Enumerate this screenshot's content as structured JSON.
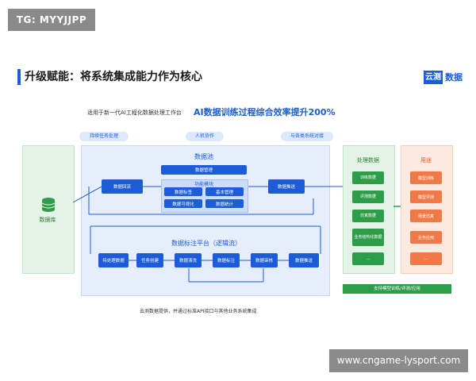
{
  "overlay": {
    "tg_badge": "TG: MYYJJPP",
    "site_badge": "www.cngame-lysport.com"
  },
  "slide": {
    "title": "升级赋能：将系统集成能力作为核心",
    "logo_box": "云测",
    "logo_text": "数据",
    "subtitle_small": "适用于新一代AI工程化数据处理工作台",
    "subtitle_big": "AI数据训练过程综合效率提升200%",
    "pills": [
      "持续任务处理",
      "人机协作",
      "与各类系统对接"
    ],
    "database_label": "数据库",
    "data_pool": {
      "title": "数据池",
      "manage": "数据管理",
      "left_box": "数据回流",
      "right_box": "数据推送",
      "func_title": "功能模块",
      "func_items": [
        "数据标签",
        "基本管理",
        "数据可视化",
        "数据统计"
      ]
    },
    "annotation_platform": {
      "title": "数据标注平台（逻辑流）",
      "steps": [
        "待处理数据",
        "任务创建",
        "数据清洗",
        "数据标注",
        "数据审核",
        "数据推送"
      ]
    },
    "processed": {
      "title": "处理数据",
      "items": [
        "训练数据",
        "评测数据",
        "仿真数据",
        "业务结构化数据",
        "..."
      ]
    },
    "usage": {
      "title": "用途",
      "items": [
        "模型训练",
        "模型评测",
        "场景仿真",
        "业务应用",
        "..."
      ]
    },
    "bottom_bar": "支持模型训练/评测/应用",
    "footnote": "云测数据提供，并通过标准API接口与其他业务系统集成"
  },
  "colors": {
    "accent_blue": "#1c5cd6",
    "green": "#2e9d4a",
    "orange": "#f07a47"
  }
}
